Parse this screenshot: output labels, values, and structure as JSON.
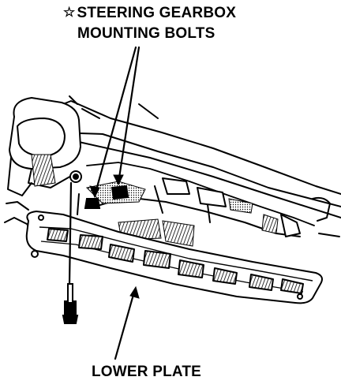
{
  "labels": {
    "steering_marker": "☆",
    "steering_line1": "STEERING GEARBOX",
    "steering_line2": "MOUNTING BOLTS",
    "lower_plate": "LOWER PLATE"
  },
  "colors": {
    "ink": "#000000",
    "paper": "#ffffff",
    "shade": "#8a8a8a"
  }
}
